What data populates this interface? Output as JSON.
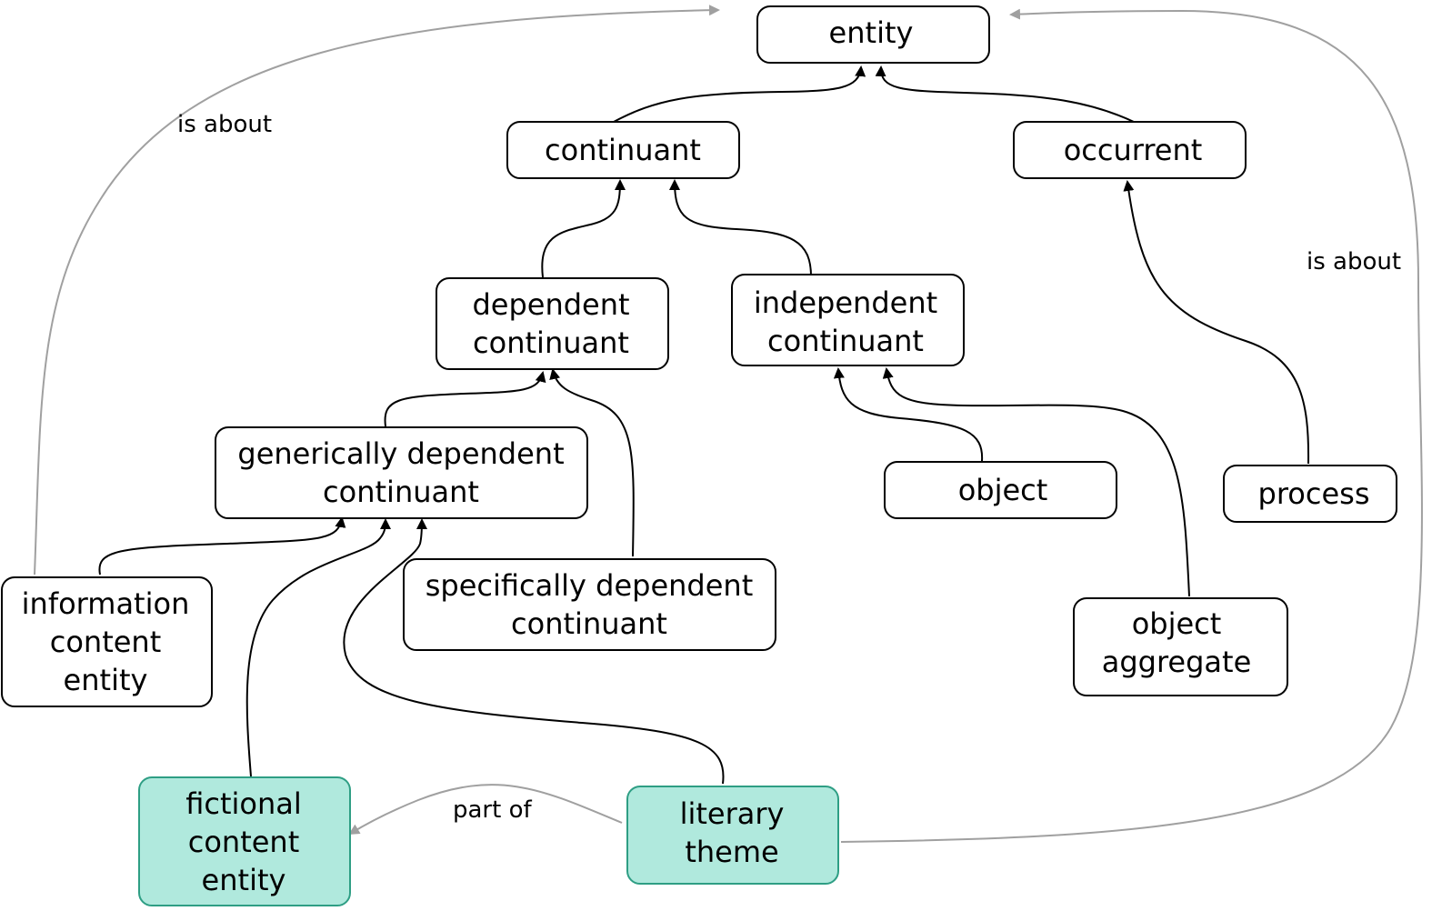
{
  "diagram": {
    "colors": {
      "node_fill": "#ffffff",
      "node_stroke": "#000000",
      "highlight_fill": "#b0e9dd",
      "highlight_stroke": "#2e9e84",
      "is_a_edge": "#000000",
      "relation_edge": "#a0a0a0"
    },
    "nodes": {
      "entity": [
        "entity"
      ],
      "continuant": [
        "continuant"
      ],
      "occurrent": [
        "occurrent"
      ],
      "dependent_continuant": [
        "dependent",
        "continuant"
      ],
      "independent_continuant": [
        "independent",
        "continuant"
      ],
      "generically_dependent_continuant": [
        "generically dependent",
        "continuant"
      ],
      "specifically_dependent_continuant": [
        "specifically dependent",
        "continuant"
      ],
      "object": [
        "object"
      ],
      "process": [
        "process"
      ],
      "object_aggregate": [
        "object",
        "aggregate"
      ],
      "information_content_entity": [
        "information",
        "content",
        "entity"
      ],
      "fictional_content_entity": [
        "fictional",
        "content",
        "entity"
      ],
      "literary_theme": [
        "literary",
        "theme"
      ]
    },
    "edge_labels": {
      "is_about_left": "is about",
      "is_about_right": "is about",
      "part_of": "part of"
    }
  }
}
